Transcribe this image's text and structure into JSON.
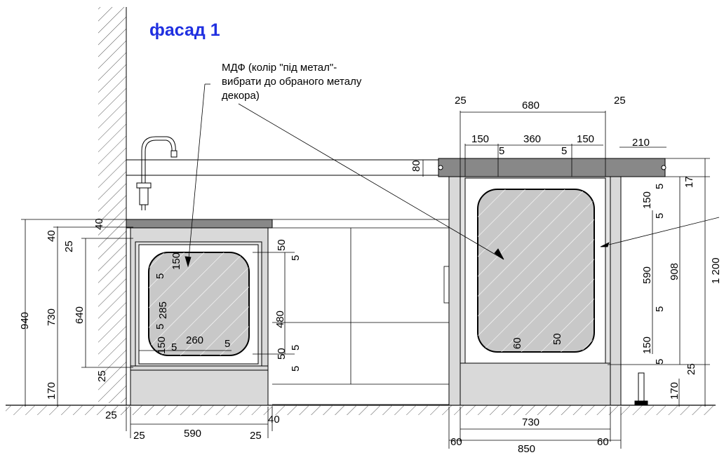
{
  "title": "фасад 1",
  "note": {
    "line1": "МДФ (колір \"під метал\"-",
    "line2": "вибрати до обраного металу",
    "line3": "декора)"
  },
  "colors": {
    "title": "#1f2fe0",
    "panel": "#d9d9d9",
    "countertop": "#888888",
    "wall_hatch": "#555555",
    "drawing": "#000000"
  },
  "dimensions": {
    "left_cabinet": {
      "overall_height": "940",
      "facade_height": "730",
      "inner_height": "640",
      "top_offset": "40",
      "plinth_height": "170",
      "gap_top": "25",
      "gap_bottom": "25",
      "width": "590",
      "side_left": "25",
      "side_right": "25",
      "side_left_bottom": "25",
      "side_right_bottom": "40",
      "insert_height": "480",
      "insert_width": "260",
      "frame_top": "150",
      "frame_bottom": "150",
      "inner_span": "285",
      "gap_5a": "5",
      "gap_5b": "5",
      "gap_5c": "5",
      "gap_5d": "5",
      "gap_5e": "5",
      "gap_5f": "5",
      "top_50": "50",
      "bottom_50": "50"
    },
    "right_cabinet": {
      "top_left_gap": "25",
      "top_right_gap": "25",
      "top_width": "680",
      "frame_left": "150",
      "frame_mid": "360",
      "frame_right": "150",
      "gap_5a": "5",
      "gap_5b": "5",
      "overhang": "210",
      "countertop_thickness": "80",
      "top_gap": "17",
      "frame_150_top": "150",
      "gap_5_top": "5",
      "gap_5_top2": "5",
      "inner_height": "590",
      "gap_5_bottom": "5",
      "frame_150_bottom": "150",
      "gap_5_bottom2": "5",
      "overall_908": "908",
      "overall_1200": "1 200",
      "gap_25": "25",
      "plinth_170": "170",
      "bottom_60": "60",
      "bottom_50": "50",
      "width_730": "730",
      "width_850": "850",
      "side_60_left": "60",
      "side_60_right": "60"
    }
  }
}
